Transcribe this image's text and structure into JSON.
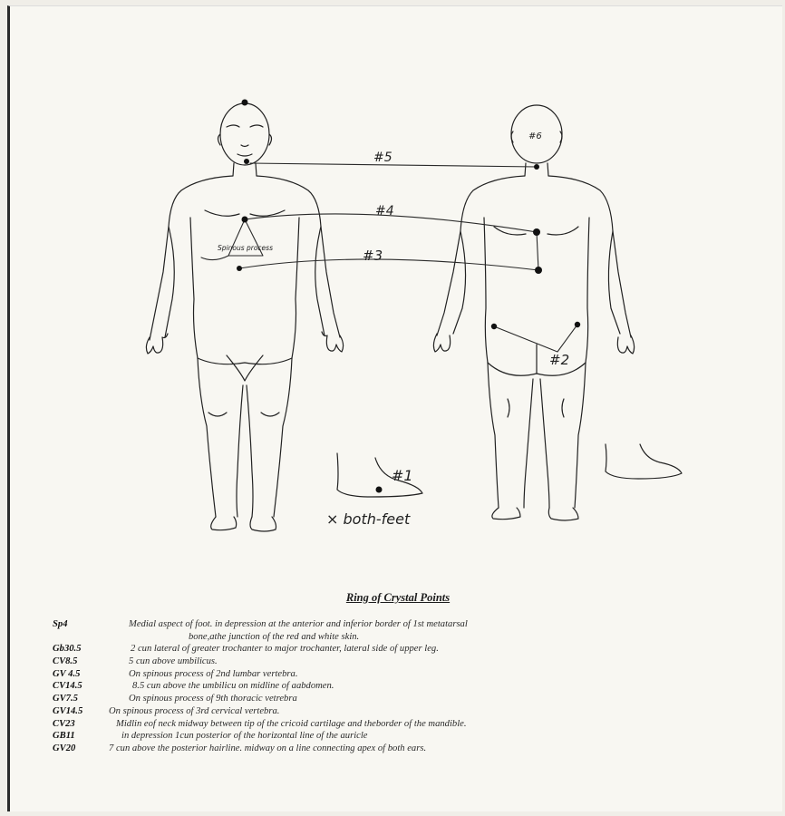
{
  "figure": {
    "labels": {
      "route5": "#5",
      "route4": "#4",
      "route3": "#3",
      "route2": "#2",
      "route1": "#1",
      "head_back": "#6",
      "navel_note": "Spinous process",
      "foot_note": "× both-feet"
    }
  },
  "doc": {
    "title": "Ring of Crystal Points",
    "points": [
      {
        "code": "Sp4",
        "desc": "Medial aspect of foot. in depression at the anterior and inferior border of 1st metatarsal",
        "cont": "bone,athe junction of the red and white skin."
      },
      {
        "code": "Gb30.5",
        "desc": "2 cun lateral of greater trochanter to major trochanter, lateral side of upper leg."
      },
      {
        "code": "CV8.5",
        "desc": "5 cun above umbilicus."
      },
      {
        "code": "GV 4.5",
        "desc": "On spinous process of 2nd lumbar vertebra."
      },
      {
        "code": "CV14.5",
        "desc": "8.5 cun above the umbilicu on midline of aabdomen."
      },
      {
        "code": "GV7.5",
        "desc": "On spinous process of 9th thoracic vetrebra"
      },
      {
        "code": "GV14.5",
        "desc": "On spinous process of 3rd cervical vertebra."
      },
      {
        "code": "CV23",
        "desc": "Midlin eof neck midway between tip of the cricoid cartilage and theborder of the mandible."
      },
      {
        "code": "GB11",
        "desc": "in depression 1cun posterior of the horizontal line of the auricle"
      },
      {
        "code": "GV20",
        "desc": "7 cun above the posterior hairline. midway on a line connecting apex of both ears."
      }
    ]
  }
}
